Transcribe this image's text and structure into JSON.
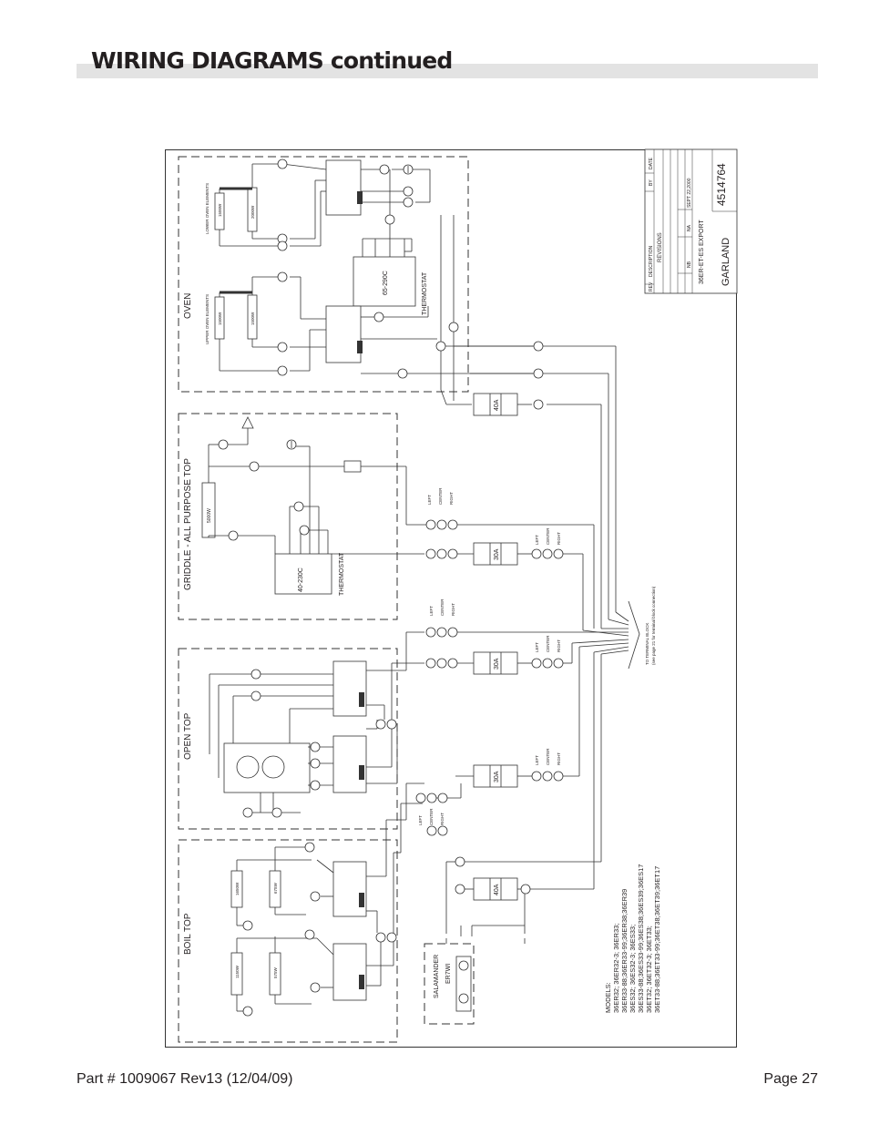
{
  "page": {
    "title": "WIRING DIAGRAMS continued",
    "footer_part": "Part # 1009067 Rev13 (12/04/09)",
    "footer_page": "Page 27"
  },
  "sections": {
    "oven": "OVEN",
    "griddle": "GRIDDLE - ALL PURPOSE TOP",
    "open_top": "OPEN TOP",
    "boil_top": "BOIL TOP",
    "salamander": "SALAMANDER",
    "salamander_model": "ER7WI"
  },
  "oven": {
    "lower_elements_label": "LOWER OVEN ELEMENTS",
    "upper_elements_label": "UPPER OVEN ELEMENTS",
    "lower_watt_a": "1500W",
    "lower_watt_b": "2000W",
    "upper_watt_a": "1500W",
    "upper_watt_b": "1500W",
    "thermostat_range": "65-290C",
    "thermostat_label": "THERMOSTAT"
  },
  "griddle": {
    "element_watt": "5000W",
    "thermostat_range": "40-230C",
    "thermostat_label": "THERMOSTAT"
  },
  "boil_top": {
    "watt_a": "1650W",
    "watt_b": "675W",
    "watt_c": "1150W",
    "watt_d": "575W"
  },
  "fuses": {
    "oven": "40A",
    "griddle": "30A",
    "open_top": "30A",
    "boil_top": "30A",
    "salamander": "40A"
  },
  "terminal_labels": {
    "left": "LEFT",
    "center": "CENTER",
    "right": "RIGHT"
  },
  "terminal_block": {
    "label": "TO TERMINAL BLOCK",
    "note": "(see page 21 for terminal block connection)"
  },
  "models": {
    "header": "MODELS:",
    "lines": [
      "36ER32; 36ER32-3; 36ER33;",
      "36ER33-88;36ER33-99;36ER38;36ER39",
      "36ES32; 36ES32-3; 36ES33;",
      "36ES33-88;36ES33-99;36ES38;36ES39;36ES17",
      "36ET32; 36ET32-3; 36ET33;",
      "36ET33-88;36ET33-99;36ET38;36ET39;36ET17"
    ]
  },
  "title_block": {
    "rev_header": "REV",
    "description_header": "DESCRIPTION",
    "by_header": "BY",
    "date_header": "DATE",
    "revisions": "REVISIONS",
    "model_title": "36ER-ET-ES EXPORT",
    "brand": "GARLAND",
    "drawing_number": "4514764",
    "scale": "NA",
    "drawn_by": "NB",
    "date": "SEPT 22,2000"
  }
}
